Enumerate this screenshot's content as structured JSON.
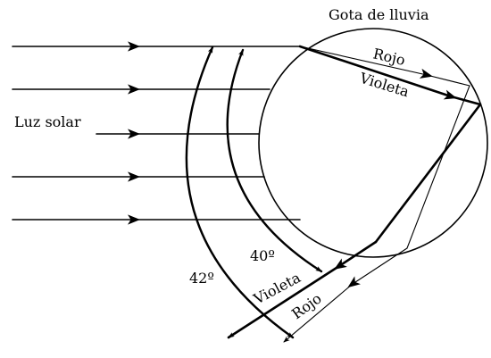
{
  "labels": {
    "drop": "Gota de lluvia",
    "sunlight": "Luz solar",
    "red_inside": "Rojo",
    "violet_inside": "Violeta",
    "angle_inner": "40º",
    "angle_outer": "42º",
    "violet_exit": "Violeta",
    "red_exit": "Rojo"
  },
  "colors": {
    "ink": "#000000",
    "background": "#ffffff"
  }
}
